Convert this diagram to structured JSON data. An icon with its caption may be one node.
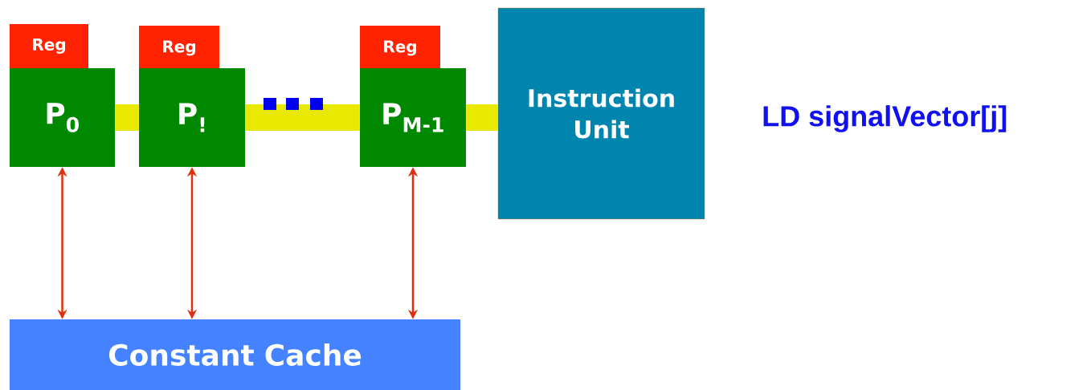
{
  "diagram": {
    "nodes": [
      {
        "text": [
          "Reg"
        ]
      },
      {
        "text": [
          "Reg"
        ]
      },
      {
        "text": [
          "Reg"
        ]
      },
      {
        "text": [
          "P$_{0}$"
        ]
      },
      {
        "text": [
          "P$_{!}$"
        ]
      },
      {
        "text": [
          "P$_{M-1}$"
        ]
      },
      {
        "text": [
          "Instruction Unit"
        ]
      },
      {
        "text": [
          "Constant Cache"
        ]
      }
    ],
    "edges": [
      {
        "from": 3,
        "to": 4,
        "arrow": "none",
        "style": "thick",
        "color": "#e8e800"
      },
      {
        "from": 4,
        "to": 5,
        "arrow": "none",
        "style": "thick",
        "color": "#e8e800"
      },
      {
        "from": 5,
        "to": 6,
        "arrow": "none",
        "style": "thick",
        "color": "#e8e800"
      },
      {
        "from": 3,
        "to": 7,
        "arrow": "both",
        "color": "#e03010"
      },
      {
        "from": 4,
        "to": 7,
        "arrow": "both",
        "color": "#e03010"
      },
      {
        "from": 5,
        "to": 7,
        "arrow": "both",
        "color": "#e03010"
      }
    ],
    "labels": [
      "LD signalVector[j]"
    ]
  }
}
